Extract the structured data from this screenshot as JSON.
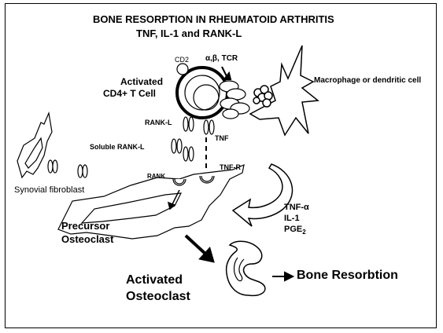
{
  "title": {
    "line1": "BONE RESORPTION IN RHEUMATOID ARTHRITIS",
    "line2": "TNF, IL-1 and RANK-L"
  },
  "labels": {
    "cd2": "CD2",
    "alpha_beta_tcr": "α,β, TCR",
    "activated_t_cell_1": "Activated",
    "activated_t_cell_2": "CD4+ T Cell",
    "macrophage": "Macrophage or dendritic cell",
    "rank_l": "RANK-L",
    "tnf": "TNF",
    "soluble_rank_l": "Soluble RANK-L",
    "rank": "RANK",
    "tnf_r": "TNF-R",
    "synovial_fibroblast": "Synovial fibroblast",
    "tnf_alpha": "TNF-α",
    "il1": "IL-1",
    "pge2_base": "PGE",
    "pge2_sub": "2",
    "precursor_1": "Precursor",
    "precursor_2": "Osteoclast",
    "activated_osteoclast_1": "Activated",
    "activated_osteoclast_2": "Osteoclast",
    "bone_resorption": "Bone Resorbtion"
  }
}
